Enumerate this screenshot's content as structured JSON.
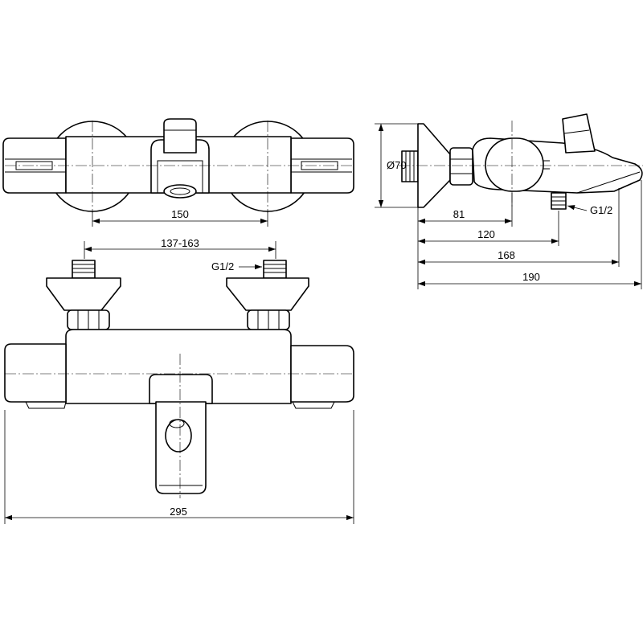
{
  "drawing": {
    "dimensions": {
      "top_view_width": "150",
      "front_view_inlet_spacing": "137-163",
      "front_view_thread": "G1/2",
      "front_view_total_width": "295",
      "side_view_flange_diameter": "Ø70",
      "side_view_thread": "G1/2",
      "side_view_depth_1": "81",
      "side_view_depth_2": "120",
      "side_view_depth_3": "168",
      "side_view_depth_4": "190"
    }
  }
}
